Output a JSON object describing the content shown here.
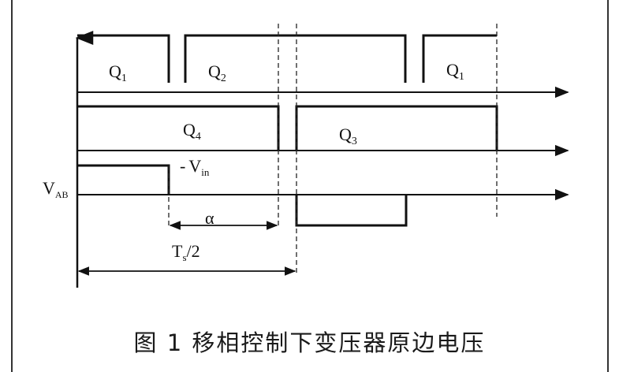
{
  "labels": {
    "q1_first": "Q",
    "q1_first_sub": "1",
    "q2": "Q",
    "q2_sub": "2",
    "q1_second": "Q",
    "q1_second_sub": "1",
    "q4": "Q",
    "q4_sub": "4",
    "q3": "Q",
    "q3_sub": "3",
    "vin_dash": "-",
    "vin": "V",
    "vin_sub": "in",
    "vab": "V",
    "vab_sub": "AB",
    "alpha": "α",
    "ts": "T",
    "ts_sub": "s",
    "ts_rest": "/2"
  },
  "caption": "图 1  移相控制下变压器原边电压",
  "colors": {
    "line": "#111111",
    "dashed": "#222222"
  }
}
